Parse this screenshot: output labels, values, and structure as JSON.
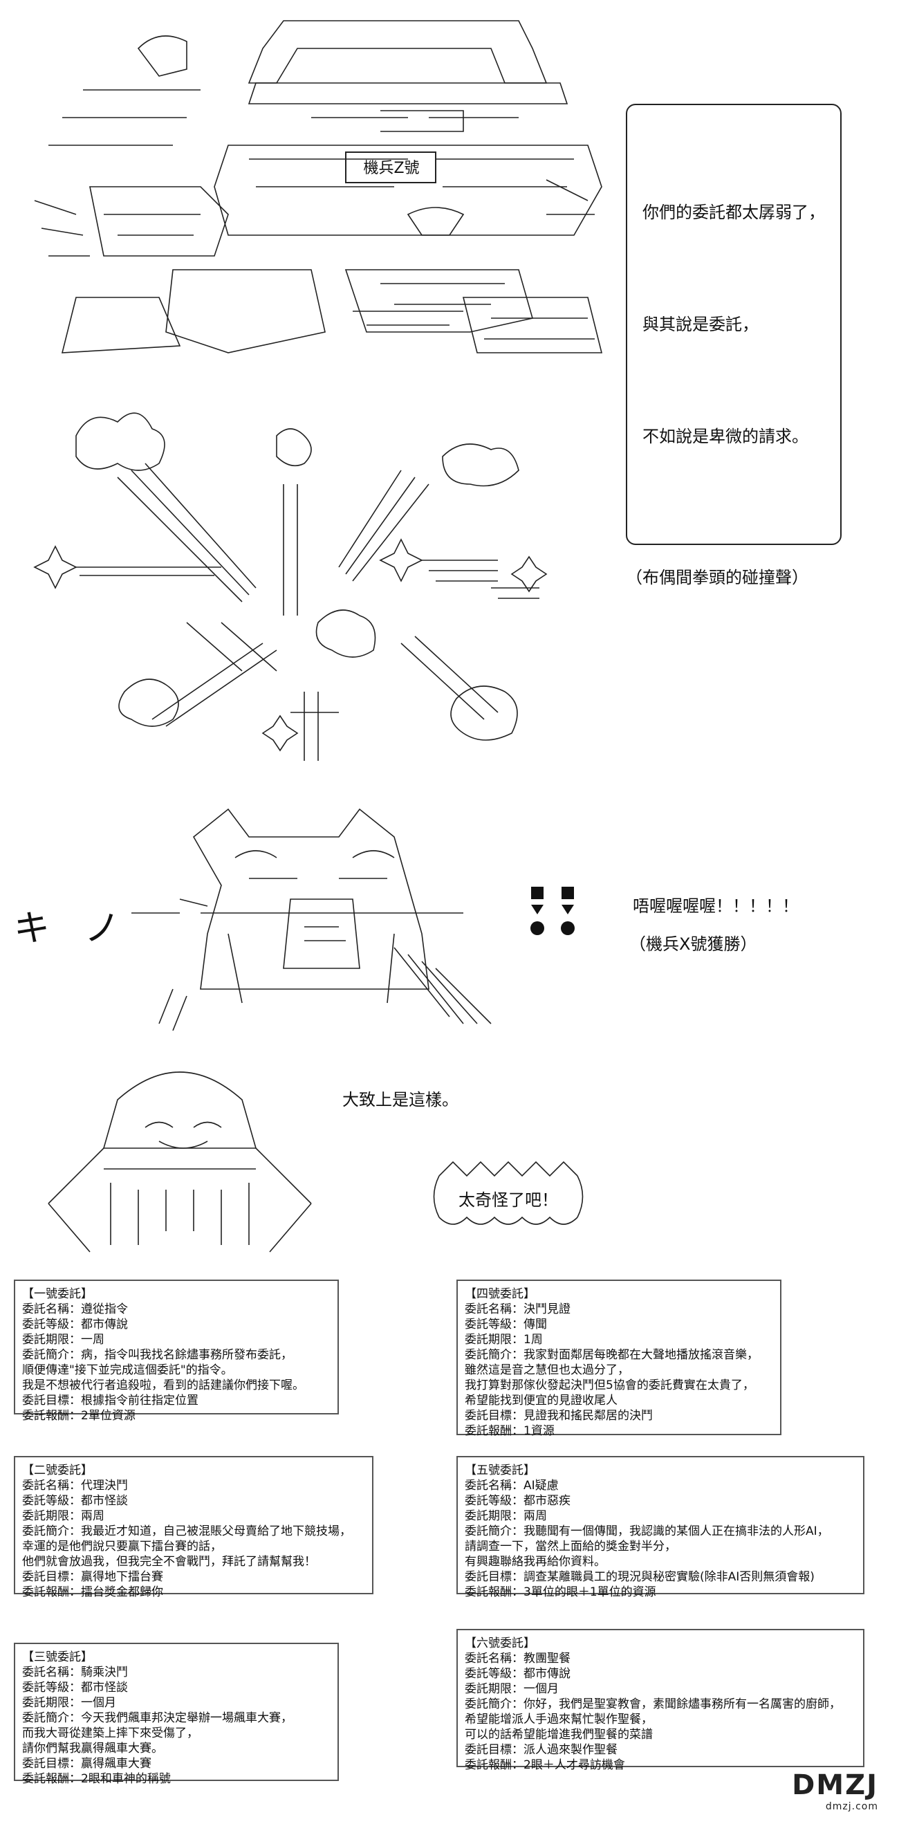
{
  "panel1": {
    "plate_label": "機兵Z號",
    "speech_lines": [
      "你們的委託都太孱弱了，",
      "與其說是委託，",
      "不如說是卑微的請求。"
    ]
  },
  "panel2": {
    "caption": "（布偶間拳頭的碰撞聲）"
  },
  "panel3": {
    "sfx": "キ   ノ",
    "shout": "唔喔喔喔喔！！！！！",
    "result": "（機兵X號獲勝）"
  },
  "panel4": {
    "narration": "大致上是這樣。",
    "exclaim": "太奇怪了吧！"
  },
  "cards": [
    {
      "rows": [
        "【一號委託】",
        "委託名稱：遵從指令",
        "委託等級：都市傳說",
        "委託期限：一周",
        "委託簡介：病，指令叫我找名餘燼事務所發布委託，",
        "順便傳達\"接下並完成這個委託\"的指令。",
        "我是不想被代行者追殺啦，看到的話建議你們接下喔。",
        "委託目標：根據指令前往指定位置",
        "委託報酬：2單位資源"
      ]
    },
    {
      "rows": [
        "【二號委託】",
        "委託名稱：代理決鬥",
        "委託等級：都市怪談",
        "委託期限：兩周",
        "委託簡介：我最近才知道，自己被混賬父母賣給了地下競技場，",
        "幸運的是他們說只要贏下擂台賽的話，",
        "他們就會放過我，但我完全不會戰鬥，拜託了請幫幫我！",
        "委託目標：贏得地下擂台賽",
        "委託報酬：擂台獎金都歸你"
      ]
    },
    {
      "rows": [
        "【三號委託】",
        "委託名稱：騎乘決鬥",
        "委託等級：都市怪談",
        "委託期限：一個月",
        "委託簡介：今天我們飆車邦決定舉辦一場飆車大賽，",
        "而我大哥從建築上摔下來受傷了，",
        "請你們幫我贏得飆車大賽。",
        "委託目標：贏得飆車大賽",
        "委託報酬：2眼和車神的稱號"
      ]
    },
    {
      "rows": [
        "【四號委託】",
        "委託名稱：決鬥見證",
        "委託等級：傳聞",
        "委託期限：1周",
        "委託簡介：我家對面鄰居每晚都在大聲地播放搖滾音樂，",
        "雖然這是音之慧但也太過分了，",
        "我打算對那傢伙發起決鬥但5協會的委託費實在太貴了，",
        "希望能找到便宜的見證收尾人",
        "委託目標：見證我和搖民鄰居的決鬥",
        "委託報酬：1資源"
      ]
    },
    {
      "rows": [
        "【五號委託】",
        "委託名稱：AI疑慮",
        "委託等級：都市惡疾",
        "委託期限：兩周",
        "委託簡介：我聽聞有一個傳聞，我認識的某個人正在搞非法的人形AI，",
        "請調查一下，當然上面給的獎金對半分，",
        "有興趣聯絡我再給你資料。",
        "委託目標：調查某離職員工的現況與秘密實驗(除非AI否則無須會報)",
        "委託報酬：3單位的眼＋1單位的資源"
      ]
    },
    {
      "rows": [
        "【六號委託】",
        "委託名稱：教團聖餐",
        "委託等級：都市傳說",
        "委託期限：一個月",
        "委託簡介：你好，我們是聖宴教會，素聞餘燼事務所有一名厲害的廚師，",
        "希望能增派人手過來幫忙製作聖餐，",
        "可以的話希望能增進我們聖餐的菜譜",
        "委託目標：派人過來製作聖餐",
        "委託報酬：2眼＋人才尋訪機會"
      ]
    }
  ],
  "watermark": {
    "brand": "DMZJ",
    "sub": "dmzj.com"
  }
}
